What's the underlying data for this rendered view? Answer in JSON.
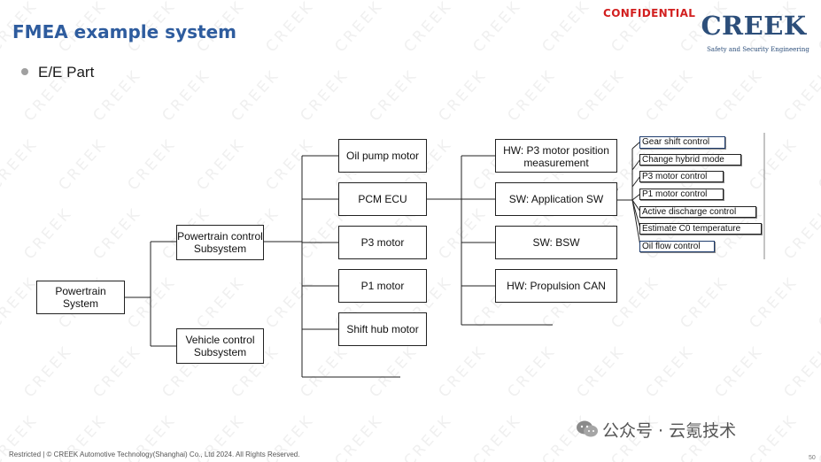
{
  "header": {
    "title": "FMEA example system",
    "classification": "CONFIDENTIAL",
    "logo_name": "CREEK",
    "logo_tagline": "Safety and Security Engineering"
  },
  "bullet": {
    "text": "E/E Part"
  },
  "diagram": {
    "root": "Powertrain System",
    "subsystems": [
      "Powertrain control Subsystem",
      "Vehicle control Subsystem"
    ],
    "components": [
      "Oil pump motor",
      "PCM ECU",
      "P3 motor",
      "P1 motor",
      "Shift hub motor"
    ],
    "ecu_elements": [
      "HW: P3 motor position measurement",
      "SW: Application SW",
      "SW: BSW",
      "HW: Propulsion CAN"
    ],
    "functions": [
      "Gear shift control",
      "Change hybrid mode",
      "P3 motor control",
      "P1 motor control",
      "Active discharge control",
      "Estimate C0 temperature",
      "Oil flow control"
    ],
    "highlighted_functions": [
      "Gear shift control",
      "Oil flow control"
    ],
    "mark": "'"
  },
  "watermark": "CREEK",
  "footer": {
    "copyright": "Restricted | © CREEK Automotive Technology(Shanghai) Co., Ltd 2024. All Rights Reserved.",
    "page": "50"
  },
  "wechat": {
    "label": "公众号 · 云氪技术"
  },
  "colors": {
    "title": "#2E5C9E",
    "confidential": "#d21f1f",
    "logo": "#2c4e7a",
    "highlight_border": "#1f3d6e"
  }
}
